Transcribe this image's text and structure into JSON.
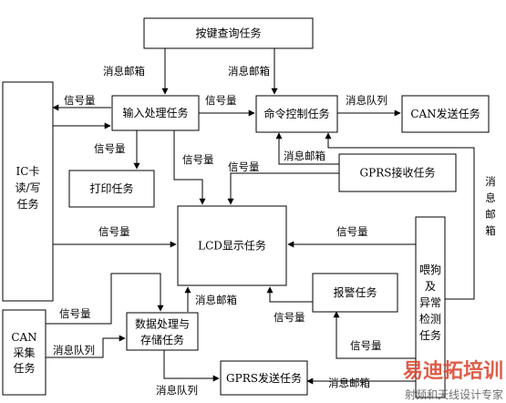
{
  "tasks": {
    "key_query": "按键查询任务",
    "input_proc": "输入处理任务",
    "cmd_ctrl": "命令控制任务",
    "can_send": "CAN发送任务",
    "ic_rw": [
      "IC卡",
      "读/写",
      "任务"
    ],
    "print": "打印任务",
    "gprs_recv": "GPRS接收任务",
    "lcd_display": "LCD显示任务",
    "watchdog": [
      "喂狗",
      "及",
      "异常",
      "检测",
      "任务"
    ],
    "alarm": "报警任务",
    "can_collect": [
      "CAN",
      "采集",
      "任务"
    ],
    "data_proc": [
      "数据处理与",
      "存储任务"
    ],
    "gprs_send": "GPRS发送任务"
  },
  "edges": {
    "mailbox": "消息邮箱",
    "signal": "信号量",
    "queue": "消息队列",
    "mailbox_vertical": [
      "消",
      "息",
      "邮",
      "箱"
    ]
  },
  "watermark": {
    "brand": "易迪拓培训",
    "slogan": "射频和天线设计专家"
  }
}
